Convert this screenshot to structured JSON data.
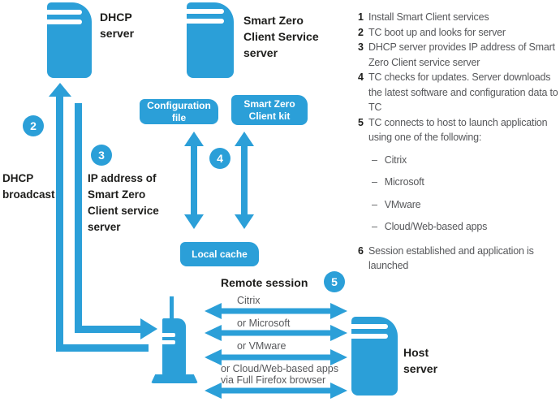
{
  "colors": {
    "blue": "#2B9FD8",
    "ink": "#1D1D1B",
    "gray": "#57585B"
  },
  "nodes": {
    "dhcp_server": {
      "lines": [
        "DHCP",
        "server"
      ]
    },
    "smart_zero_server": {
      "lines": [
        "Smart Zero",
        "Client Service",
        "server"
      ]
    },
    "host_server": {
      "lines": [
        "Host",
        "server"
      ]
    },
    "configuration_file": {
      "label": "Configuration file"
    },
    "smart_zero_client_kit": {
      "lines": [
        "Smart Zero",
        "Client kit"
      ]
    },
    "local_cache": {
      "label": "Local cache"
    }
  },
  "flows": {
    "dhcp_broadcast": {
      "badge": "2",
      "lines": [
        "DHCP",
        "broadcast"
      ]
    },
    "ip_address": {
      "badge": "3",
      "lines": [
        "IP address of",
        "Smart Zero",
        "Client service",
        "server"
      ]
    },
    "cache_sync": {
      "badge": "4"
    },
    "remote_session": {
      "badge": "5",
      "title": "Remote session",
      "channels": [
        {
          "lines": [
            "Citrix",
            ""
          ]
        },
        {
          "lines": [
            "or Microsoft",
            ""
          ]
        },
        {
          "lines": [
            "or VMware",
            ""
          ]
        },
        {
          "lines": [
            "or Cloud/Web-based apps",
            "via Full Firefox browser"
          ]
        }
      ]
    }
  },
  "legend": {
    "steps": [
      {
        "num": "1",
        "text": "Install Smart Client services"
      },
      {
        "num": "2",
        "text": "TC boot up and looks for server"
      },
      {
        "num": "3",
        "text": "DHCP server provides IP address of Smart Zero Client service server"
      },
      {
        "num": "4",
        "text": "TC checks for updates. Server downloads the latest software and configuration data to TC"
      },
      {
        "num": "5",
        "text": "TC connects to host to launch application using one of the following:"
      },
      {
        "num": "6",
        "text": "Session established and application is launched"
      }
    ],
    "bullet_char": "–",
    "bullets": [
      "Citrix",
      "Microsoft",
      "VMware",
      "Cloud/Web-based apps"
    ]
  }
}
